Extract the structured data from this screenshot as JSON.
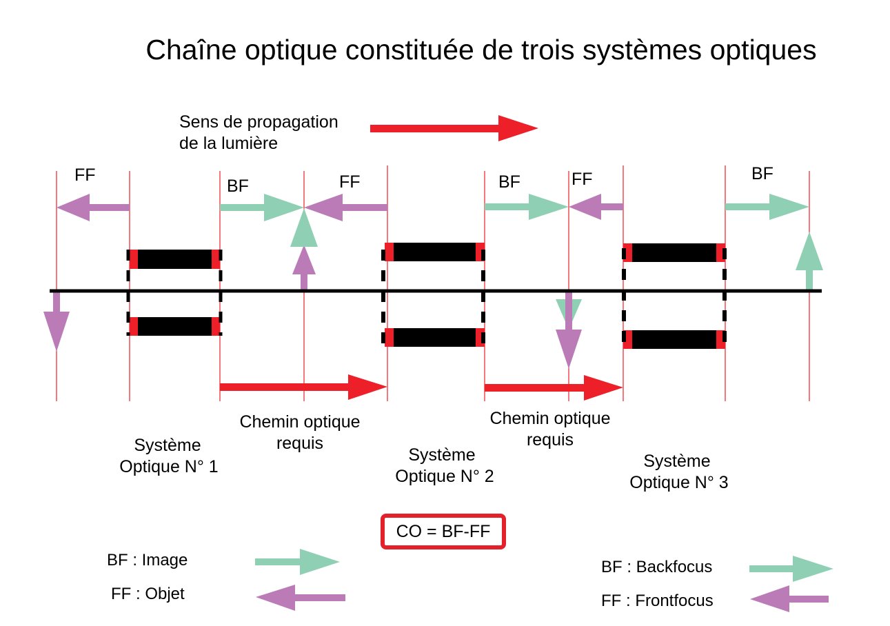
{
  "title": "Chaîne optique constituée de trois systèmes optiques",
  "propagation": {
    "line1": "Sens de propagation",
    "line2": "de la lumière"
  },
  "focus_labels": {
    "ff": "FF",
    "bf": "BF"
  },
  "systems": [
    {
      "line1": "Système",
      "line2": "Optique N° 1"
    },
    {
      "line1": "Système",
      "line2": "Optique N° 2"
    },
    {
      "line1": "Système",
      "line2": "Optique N° 3"
    }
  ],
  "path_label": {
    "line1": "Chemin optique",
    "line2": "requis"
  },
  "formula": "CO = BF-FF",
  "legend_left": {
    "bf": "BF : Image",
    "ff": "FF : Objet"
  },
  "legend_right": {
    "bf": "BF : Backfocus",
    "ff": "FF : Frontfocus"
  },
  "colors": {
    "red": "#ed2029",
    "green": "#8fd0b4",
    "purple": "#bb7bb7",
    "black": "#000000"
  }
}
